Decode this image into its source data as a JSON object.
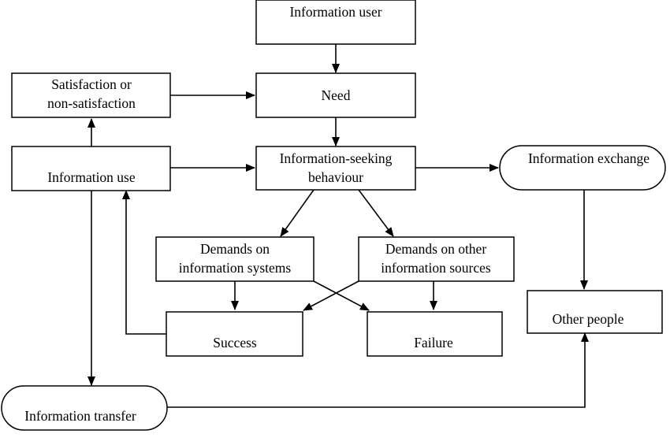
{
  "nodes": {
    "information_user": "Information user",
    "need": "Need",
    "satisfaction": [
      "Satisfaction or",
      "non-satisfaction"
    ],
    "information_use": "Information use",
    "information_seeking": [
      "Information-seeking",
      "behaviour"
    ],
    "information_exchange": "Information exchange",
    "demands_systems": [
      "Demands on",
      "information systems"
    ],
    "demands_sources": [
      "Demands on other",
      "information sources"
    ],
    "success": "Success",
    "failure": "Failure",
    "other_people": "Other people",
    "information_transfer": "Information transfer"
  }
}
